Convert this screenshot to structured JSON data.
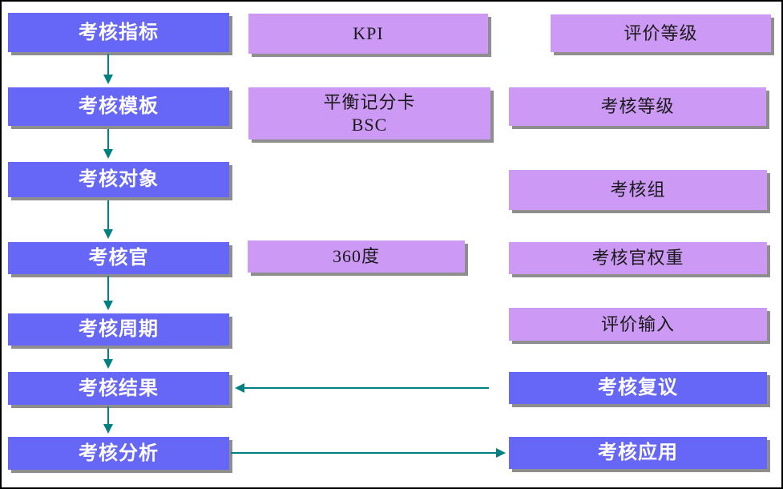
{
  "colors": {
    "step_box_fill": "#6666f7",
    "support_box_fill": "#cc99f5",
    "step_text": "#ffffff",
    "support_text": "#1a1a1a",
    "arrow": "#008080",
    "box_shadow": "#8e8e8e",
    "canvas_border": "#000000",
    "background": "#ffffff"
  },
  "flowchart": {
    "main_steps": [
      {
        "label": "考核指标"
      },
      {
        "label": "考核模板"
      },
      {
        "label": "考核对象"
      },
      {
        "label": "考核官"
      },
      {
        "label": "考核周期"
      },
      {
        "label": "考核结果"
      },
      {
        "label": "考核分析"
      }
    ],
    "methods": [
      {
        "label": "KPI"
      },
      {
        "line1": "平衡记分卡",
        "line2": "BSC"
      },
      {
        "label": "360度"
      }
    ],
    "support_items": [
      {
        "label": "评价等级"
      },
      {
        "label": "考核等级"
      },
      {
        "label": "考核组"
      },
      {
        "label": "考核官权重"
      },
      {
        "label": "评价输入"
      },
      {
        "label": "考核复议"
      },
      {
        "label": "考核应用"
      }
    ],
    "connections": [
      {
        "from": "考核指标",
        "to": "考核模板",
        "direction": "down"
      },
      {
        "from": "考核模板",
        "to": "考核对象",
        "direction": "down"
      },
      {
        "from": "考核对象",
        "to": "考核官",
        "direction": "down"
      },
      {
        "from": "考核官",
        "to": "考核周期",
        "direction": "down"
      },
      {
        "from": "考核周期",
        "to": "考核结果",
        "direction": "down"
      },
      {
        "from": "考核结果",
        "to": "考核分析",
        "direction": "down"
      },
      {
        "from": "考核复议",
        "to": "考核结果",
        "direction": "left"
      },
      {
        "from": "考核分析",
        "to": "考核应用",
        "direction": "right"
      }
    ]
  }
}
